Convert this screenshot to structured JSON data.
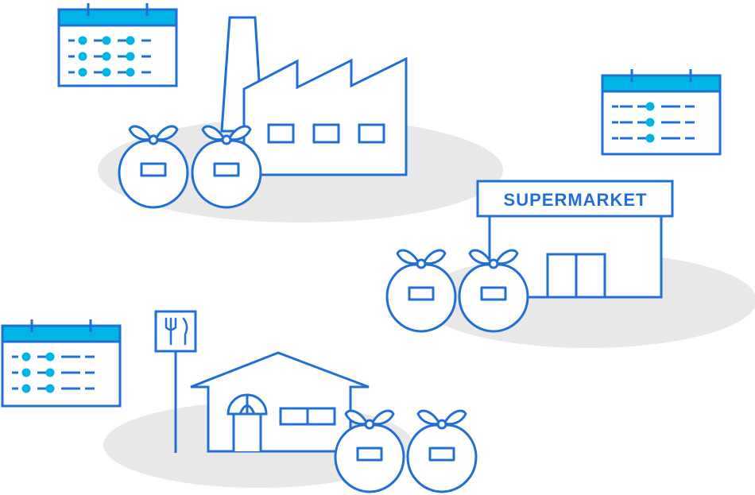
{
  "colors": {
    "line": "#1f6fd6",
    "accent": "#00b4e6",
    "shadow": "#e8e8e8",
    "background": "#ffffff"
  },
  "supermarket": {
    "sign_text": "SUPERMARKET"
  },
  "restaurant": {
    "sign_icon": "fork-knife-icon"
  },
  "calendars": [
    {
      "name": "calendar-factory",
      "marked": [
        [
          1,
          1,
          1
        ],
        [
          1,
          1,
          1
        ],
        [
          1,
          1,
          1
        ]
      ]
    },
    {
      "name": "calendar-supermarket",
      "marked": [
        [
          0,
          1,
          0
        ],
        [
          0,
          1,
          0
        ],
        [
          0,
          1,
          0
        ]
      ]
    },
    {
      "name": "calendar-restaurant",
      "marked": [
        [
          1,
          1,
          0
        ],
        [
          1,
          1,
          0
        ],
        [
          1,
          1,
          0
        ]
      ]
    }
  ]
}
